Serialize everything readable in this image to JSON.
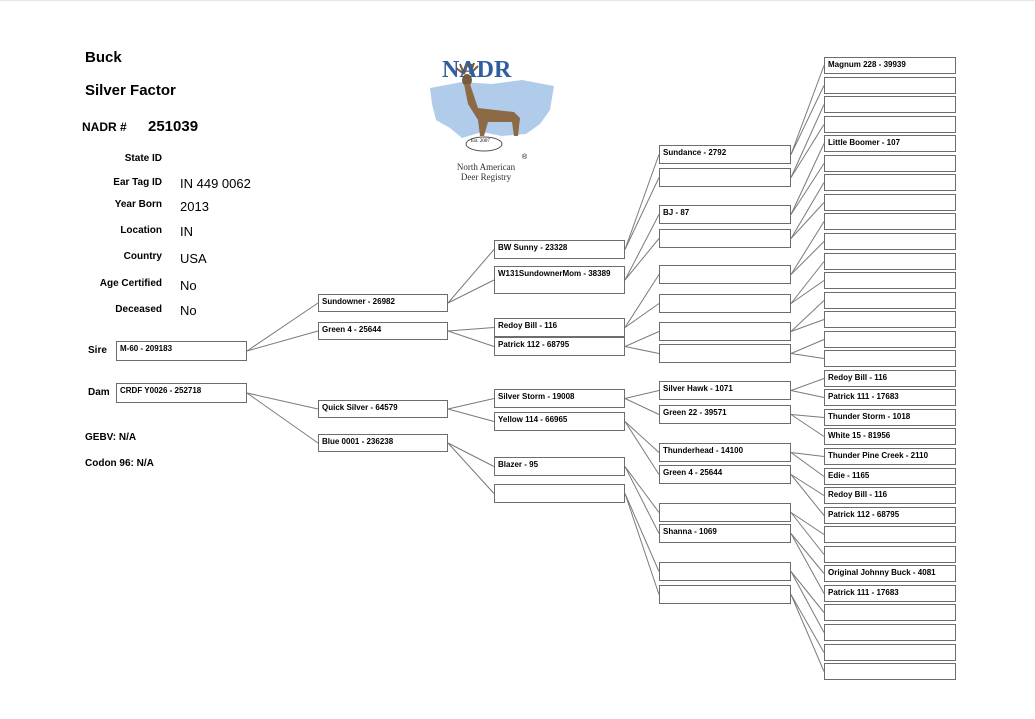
{
  "header": {
    "title": "Buck",
    "name": "Silver Factor",
    "nadr_label": "NADR #",
    "nadr_number": "251039"
  },
  "details": [
    {
      "label": "State ID",
      "value": ""
    },
    {
      "label": "Ear Tag ID",
      "value": "IN 449 0062"
    },
    {
      "label": "Year Born",
      "value": "2013"
    },
    {
      "label": "Location",
      "value": "IN"
    },
    {
      "label": "Country",
      "value": "USA"
    },
    {
      "label": "Age Certified",
      "value": "No"
    },
    {
      "label": "Deceased",
      "value": "No"
    }
  ],
  "sire_label": "Sire",
  "dam_label": "Dam",
  "gebv": "GEBV: N/A",
  "codon": "Codon 96: N/A",
  "logo": {
    "title": "NADR",
    "est": "Est. 2007",
    "line1": "North American",
    "line2": "Deer Registry",
    "reg": "®",
    "colors": {
      "title": "#2f5f9e",
      "map": "#a9c7e8",
      "deer": "#7a5a3a"
    }
  },
  "pedigree": {
    "gen1": [
      "M-60 - 209183",
      "CRDF Y0026 - 252718"
    ],
    "gen2": [
      "Sundowner - 26982",
      "Green 4 - 25644",
      "Quick Silver - 64579",
      "Blue 0001 - 236238"
    ],
    "gen3": [
      "BW Sunny - 23328",
      "W131SundownerMom - 38389",
      "Redoy Bill - 116",
      "Patrick 112 - 68795",
      "Silver Storm - 19008",
      "Yellow 114 - 66965",
      "Blazer - 95",
      ""
    ],
    "gen4": [
      "Sundance - 2792",
      "",
      "BJ - 87",
      "",
      "",
      "",
      "",
      "",
      "Silver Hawk - 1071",
      "Green 22 - 39571",
      "Thunderhead - 14100",
      "Green 4 - 25644",
      "",
      "Shanna - 1069",
      "",
      ""
    ],
    "gen5": [
      "Magnum 228 - 39939",
      "",
      "",
      "",
      "Little Boomer - 107",
      "",
      "",
      "",
      "",
      "",
      "",
      "",
      "",
      "",
      "",
      "",
      "Redoy Bill - 116",
      "Patrick 111 - 17683",
      "Thunder Storm - 1018",
      "White 15 - 81956",
      "Thunder Pine Creek - 2110",
      "Edie - 1165",
      "Redoy Bill - 116",
      "Patrick 112 - 68795",
      "",
      "",
      "Original Johnny Buck - 4081",
      "Patrick 111 - 17683",
      "",
      "",
      "",
      ""
    ]
  }
}
